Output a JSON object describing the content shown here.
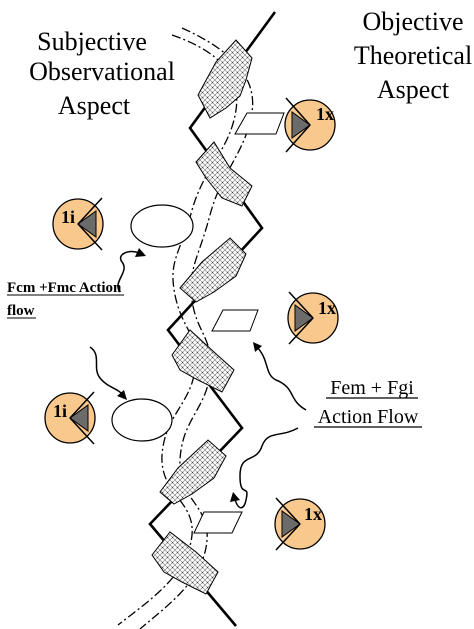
{
  "headings": {
    "left_line1": "Subjective",
    "left_line2": "Observational",
    "left_line3": "Aspect",
    "right_line1": "Objective",
    "right_line2": "Theoretical",
    "right_line3": "Aspect"
  },
  "labels": {
    "fcm_line1": "Fcm +Fmc Action",
    "fcm_line2": "flow",
    "fem_line1": "Fem + Fgi",
    "fem_line2": "Action Flow"
  },
  "eyes": {
    "internal": "1i",
    "external": "1x"
  },
  "colors": {
    "eye_fill": "#f9c88d",
    "pupil": "#6b6b6b",
    "ink": "#000000",
    "hatch": "#9a9a9a"
  }
}
